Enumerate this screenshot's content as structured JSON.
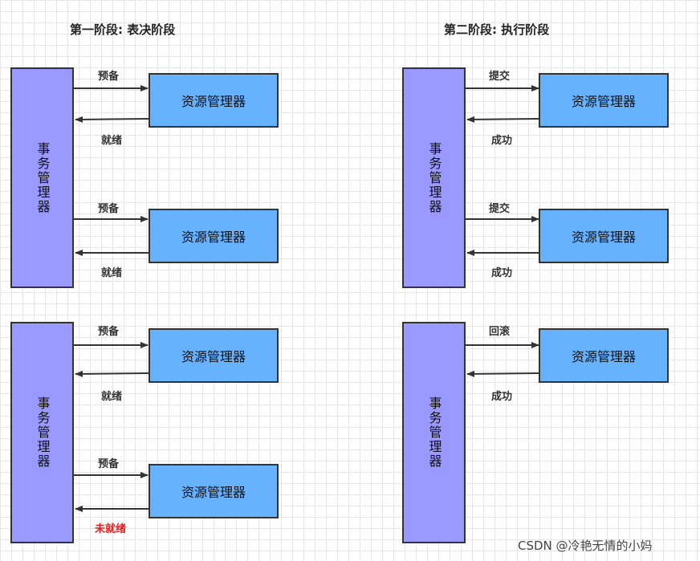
{
  "titles": {
    "phase1": "第一阶段: 表决阶段",
    "phase2": "第二阶段: 执行阶段"
  },
  "tm_label": "事务管理器",
  "rm_label": "资源管理器",
  "labels": {
    "q1_send1": "预备",
    "q1_recv1": "就绪",
    "q1_send2": "预备",
    "q1_recv2": "就绪",
    "q2_send1": "提交",
    "q2_recv1": "成功",
    "q2_send2": "提交",
    "q2_recv2": "成功",
    "q3_send1": "预备",
    "q3_recv1": "就绪",
    "q3_send2": "预备",
    "q3_recv2": "未就绪",
    "q4_send1": "回滚",
    "q4_recv1": "成功"
  },
  "colors": {
    "tm_fill": "#9999ff",
    "rm_fill": "#66b2ff",
    "alert": "#e02020"
  },
  "watermark": "CSDN @冷艳无情的小妈"
}
